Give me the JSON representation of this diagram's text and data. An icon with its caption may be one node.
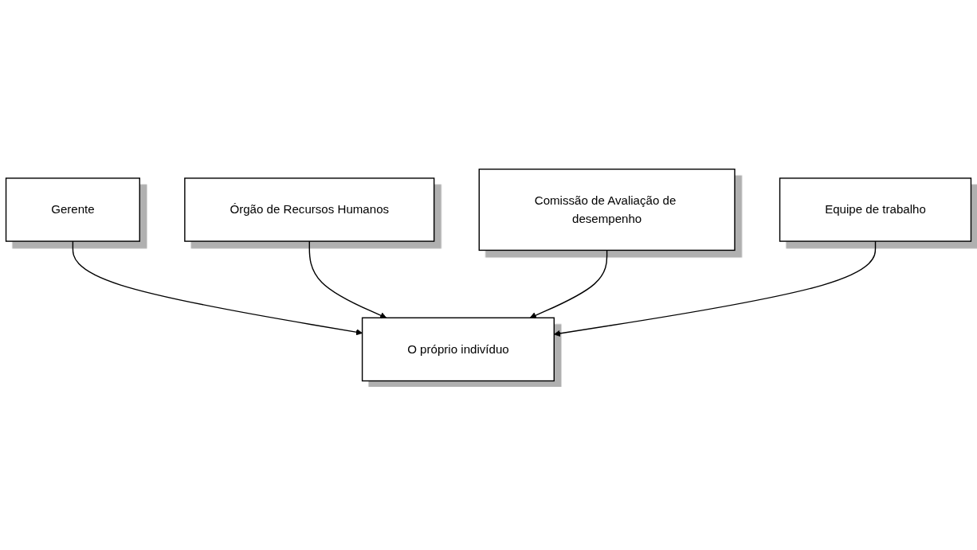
{
  "diagram": {
    "nodes": [
      {
        "text": [
          "Gerente"
        ]
      },
      {
        "text": [
          "Órgão de Recursos Humanos"
        ]
      },
      {
        "text": [
          "Comissão de Avaliação de desempenho"
        ]
      },
      {
        "text": [
          "O próprio indivíduo"
        ]
      },
      {
        "text": [
          "Equipe de trabalho"
        ]
      }
    ],
    "edges": [
      {
        "from": 0,
        "to": 3,
        "arrow": "to"
      },
      {
        "from": 1,
        "to": 3,
        "arrow": "to"
      },
      {
        "from": 2,
        "to": 3,
        "arrow": "to"
      },
      {
        "from": 4,
        "to": 3,
        "arrow": "to"
      }
    ]
  }
}
